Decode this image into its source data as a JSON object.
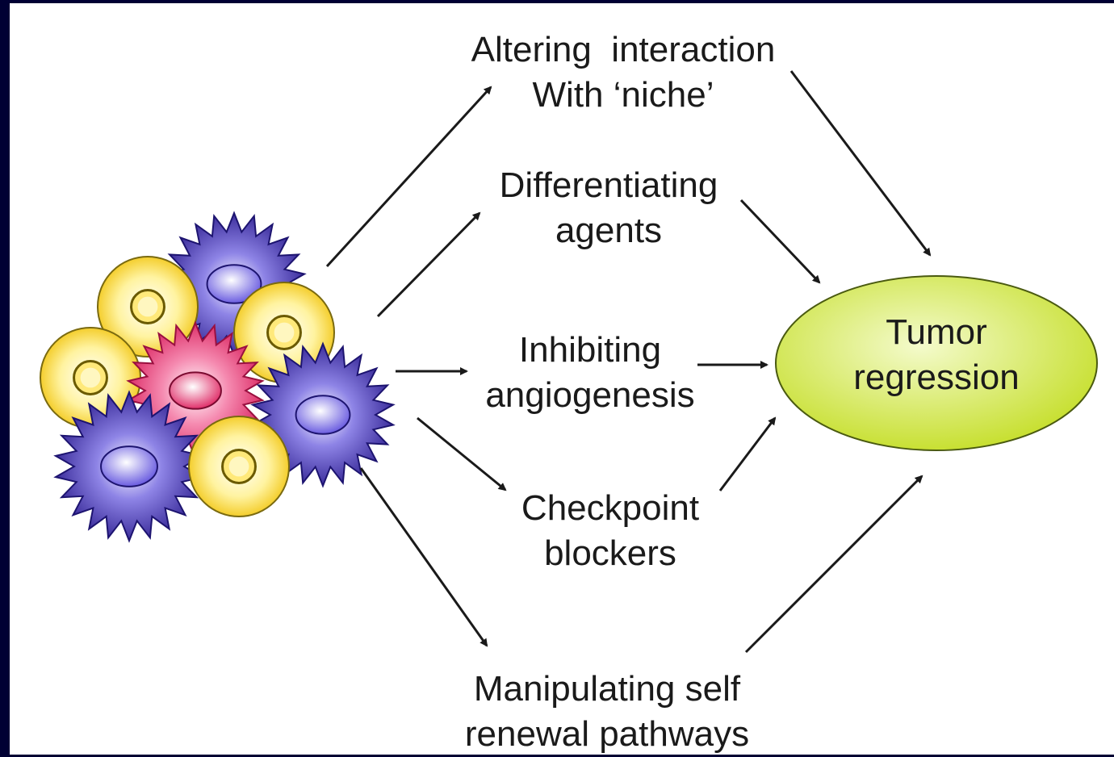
{
  "colors": {
    "border": "#000033",
    "background": "#ffffff",
    "text": "#1a1a1a",
    "ellipse_fill": "#c8e033",
    "ellipse_highlight": "#f4fbcc",
    "star_cell": "#3a2a9c",
    "star_nucleus": "#8878e8",
    "round_cell": "#f1c40f",
    "round_cell_light": "#fff3a0",
    "center_cell": "#e0306a"
  },
  "nodes": {
    "niche": {
      "line1": "Altering  interaction",
      "line2": "With ‘niche’"
    },
    "diff": {
      "line1": "Differentiating",
      "line2": "agents"
    },
    "angio": {
      "line1": "Inhibiting",
      "line2": "angiogenesis"
    },
    "checkpoint": {
      "line1": "Checkpoint",
      "line2": "blockers"
    },
    "selfrenewal": {
      "line1": "Manipulating self",
      "line2": "renewal pathways"
    },
    "tumor": {
      "line1": "Tumor",
      "line2": "regression"
    }
  },
  "illustration": {
    "icon": "tumor-cell-cluster-icon",
    "cells": [
      {
        "kind": "star",
        "icon": "star-cell-icon"
      },
      {
        "kind": "round",
        "icon": "round-cell-icon"
      },
      {
        "kind": "round",
        "icon": "round-cell-icon"
      },
      {
        "kind": "round",
        "icon": "round-cell-icon"
      },
      {
        "kind": "center",
        "icon": "pink-star-cell-icon"
      },
      {
        "kind": "star",
        "icon": "star-cell-icon"
      },
      {
        "kind": "star",
        "icon": "star-cell-icon"
      },
      {
        "kind": "round",
        "icon": "round-cell-icon"
      }
    ]
  }
}
